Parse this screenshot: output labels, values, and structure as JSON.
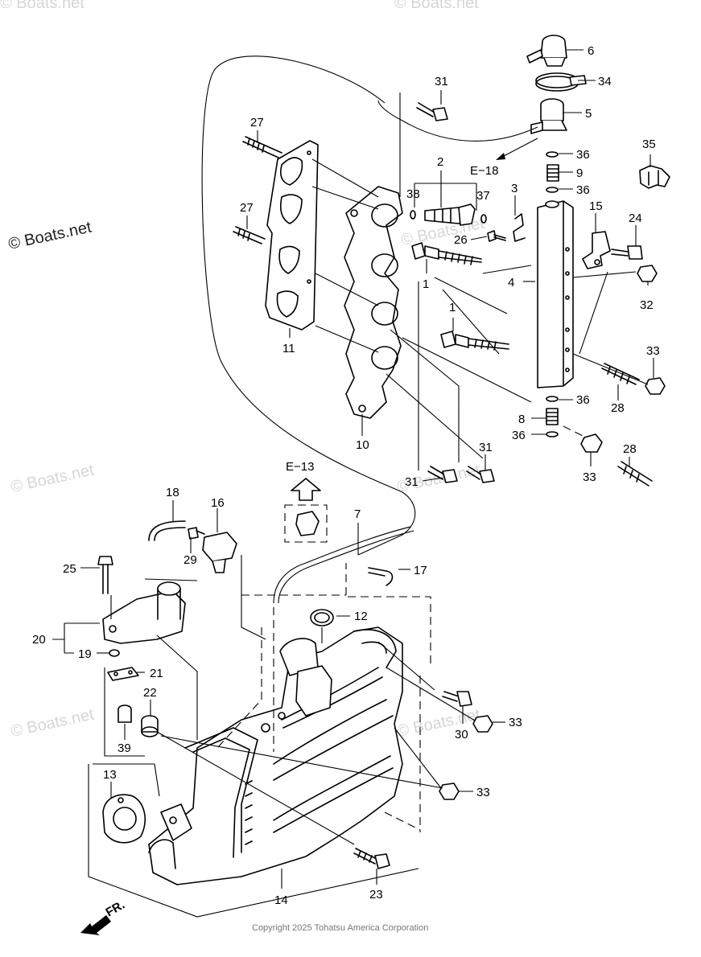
{
  "watermarks": {
    "main": "© Boats.net",
    "faded": "© Boats.net"
  },
  "references": {
    "e18": "E−18",
    "e13": "E−13"
  },
  "direction_label": "FR.",
  "copyright": "Copyright 2025 Tohatsu America Corporation",
  "part_labels": {
    "p1a": "1",
    "p1b": "1",
    "p2": "2",
    "p3": "3",
    "p4": "4",
    "p5": "5",
    "p6": "6",
    "p7": "7",
    "p8": "8",
    "p9": "9",
    "p10": "10",
    "p11": "11",
    "p12": "12",
    "p13": "13",
    "p14": "14",
    "p15": "15",
    "p16": "16",
    "p17": "17",
    "p18": "18",
    "p19": "19",
    "p20": "20",
    "p21": "21",
    "p22": "22",
    "p23": "23",
    "p24": "24",
    "p25": "25",
    "p26": "26",
    "p27a": "27",
    "p27b": "27",
    "p28a": "28",
    "p28b": "28",
    "p29": "29",
    "p30": "30",
    "p31a": "31",
    "p31b": "31",
    "p31c": "31",
    "p32": "32",
    "p33a": "33",
    "p33b": "33",
    "p33c": "33",
    "p33d": "33",
    "p34": "34",
    "p35": "35",
    "p36a": "36",
    "p36b": "36",
    "p36c": "36",
    "p36d": "36",
    "p37": "37",
    "p38": "38",
    "p39": "39"
  }
}
